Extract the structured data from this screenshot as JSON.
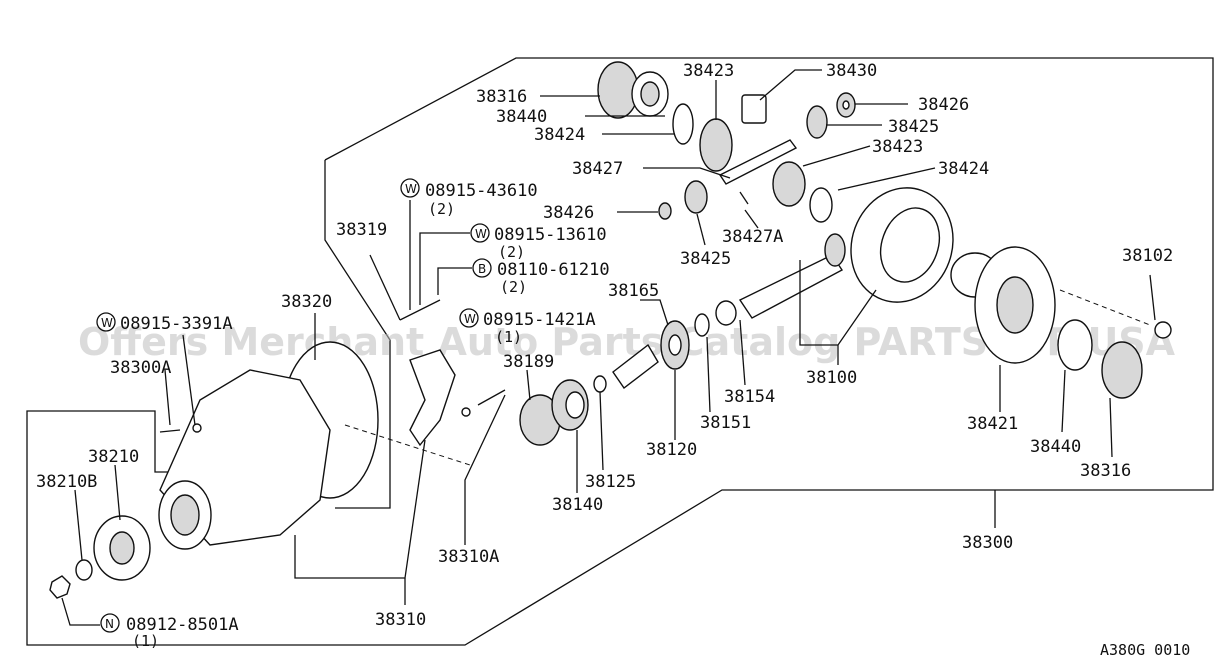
{
  "diagram": {
    "code": "A380G 0010",
    "watermark": "Offers Merchant Auto Parts Catalog PARTSTOP USA",
    "labels": {
      "p38316a": "38316",
      "p38440a": "38440",
      "p38424a": "38424",
      "p38423a": "38423",
      "p38430": "38430",
      "p38426a": "38426",
      "p38425a": "38425",
      "p38423b": "38423",
      "p38424b": "38424",
      "p38427": "38427",
      "p38426b": "38426",
      "p38425b": "38425",
      "p38427A": "38427A",
      "p38319": "38319",
      "p38320": "38320",
      "p38300A": "38300A",
      "p38210": "38210",
      "p38210B": "38210B",
      "p38189": "38189",
      "p38165": "38165",
      "p38120": "38120",
      "p38151": "38151",
      "p38154": "38154",
      "p38100": "38100",
      "p38140": "38140",
      "p38125": "38125",
      "p38421": "38421",
      "p38440b": "38440",
      "p38316b": "38316",
      "p38102": "38102",
      "p38300": "38300",
      "p38310A": "38310A",
      "p38310": "38310"
    },
    "fasteners": {
      "w1": {
        "letter": "W",
        "part": "08915-43610",
        "qty": "(2)"
      },
      "w2": {
        "letter": "W",
        "part": "08915-13610",
        "qty": "(2)"
      },
      "b1": {
        "letter": "B",
        "part": "08110-61210",
        "qty": "(2)"
      },
      "w3": {
        "letter": "W",
        "part": "08915-3391A",
        "qty": ""
      },
      "w4": {
        "letter": "W",
        "part": "08915-1421A",
        "qty": "(1)"
      },
      "n1": {
        "letter": "N",
        "part": "08912-8501A",
        "qty": "(1)"
      }
    }
  }
}
